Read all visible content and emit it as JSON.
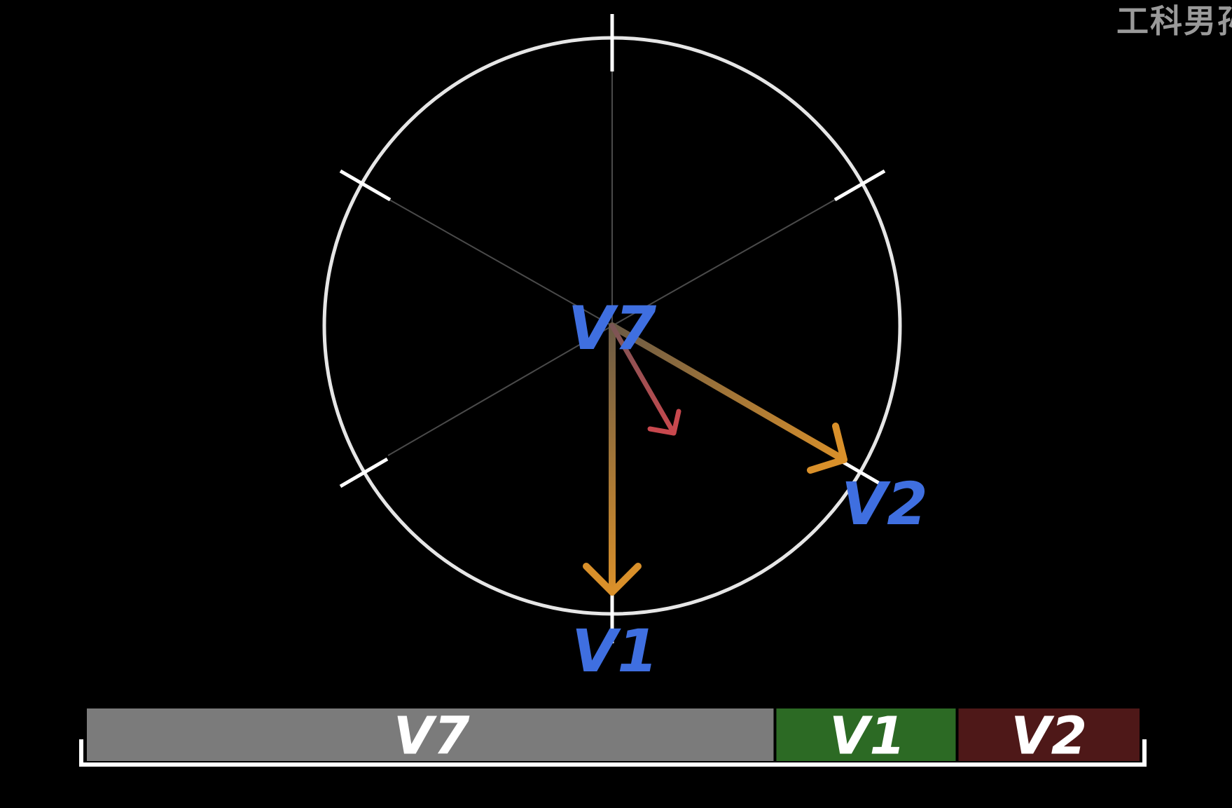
{
  "watermark": "工科男孙",
  "colors": {
    "background": "#000000",
    "circle": "#e6e6e6",
    "spoke": "#4a4a4a",
    "tick": "#ffffff",
    "label": "#3f6fe0",
    "vector_primary": "#d9902a",
    "vector_result": "#c8484e",
    "bracket": "#ffffff"
  },
  "vector_labels": {
    "center": "V7",
    "bottom": "V1",
    "lower_right": "V2"
  },
  "time_bar": {
    "segments": [
      {
        "label": "V7",
        "share": 0.655,
        "color": "#7b7b7b"
      },
      {
        "label": "V1",
        "share": 0.173,
        "color": "#2c6a24"
      },
      {
        "label": "V2",
        "share": 0.172,
        "color": "#4e1818"
      }
    ]
  }
}
